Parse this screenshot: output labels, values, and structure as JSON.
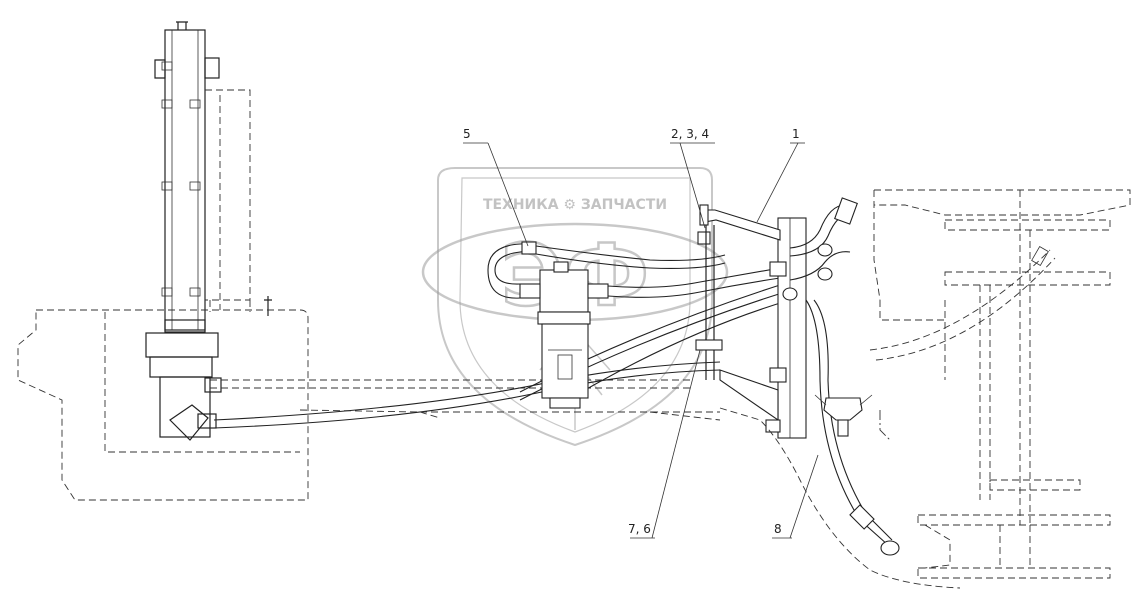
{
  "watermark": {
    "text": "ТЕХНИКА ⚙ ЗАПЧАСТИ",
    "logo_text": "ЭФ",
    "color": "#9a9a9a"
  },
  "callouts": {
    "c1": "1",
    "c234": "2, 3, 4",
    "c5": "5",
    "c76": "7, 6",
    "c8": "8"
  },
  "colors": {
    "line": "#222222",
    "background": "#ffffff"
  }
}
